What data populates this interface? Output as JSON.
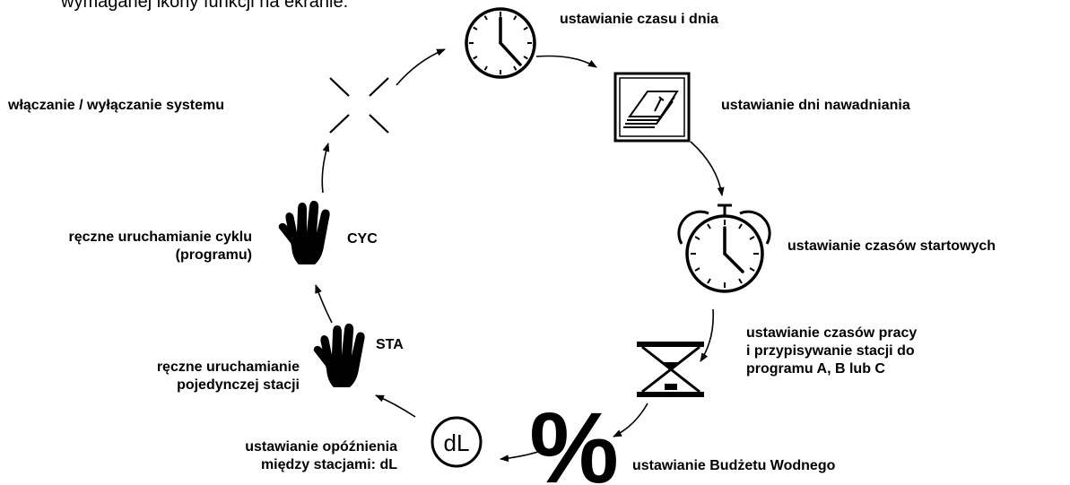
{
  "top_text": "wymaganej ikony funkcji na ekranie.",
  "labels": {
    "time_day": "ustawianie czasu i dnia",
    "watering_days": "ustawianie dni nawadniania",
    "start_times": "ustawianie czasów startowych",
    "run_times": [
      "ustawianie czasów pracy",
      "i przypisywanie stacji do",
      "programu A, B lub C"
    ],
    "water_budget": "ustawianie Budżetu Wodnego",
    "station_delay": [
      "ustawianie opóźnienia",
      "między stacjami: dL"
    ],
    "manual_station": [
      "ręczne uruchamianie",
      "pojedynczej stacji"
    ],
    "manual_cycle": [
      "ręczne uruchamianie cyklu",
      "(programu)"
    ],
    "system_onoff": "włączanie / wyłączanie systemu"
  },
  "icon_texts": {
    "sta": "STA",
    "cyc": "CYC",
    "delay": "dL",
    "percent": "%"
  },
  "icons": [
    "clock-icon",
    "calendar-icon",
    "alarm-clock-icon",
    "hourglass-icon",
    "percent-icon",
    "delay-dl-icon",
    "hand-sta-icon",
    "hand-cyc-icon",
    "off-x-icon"
  ]
}
